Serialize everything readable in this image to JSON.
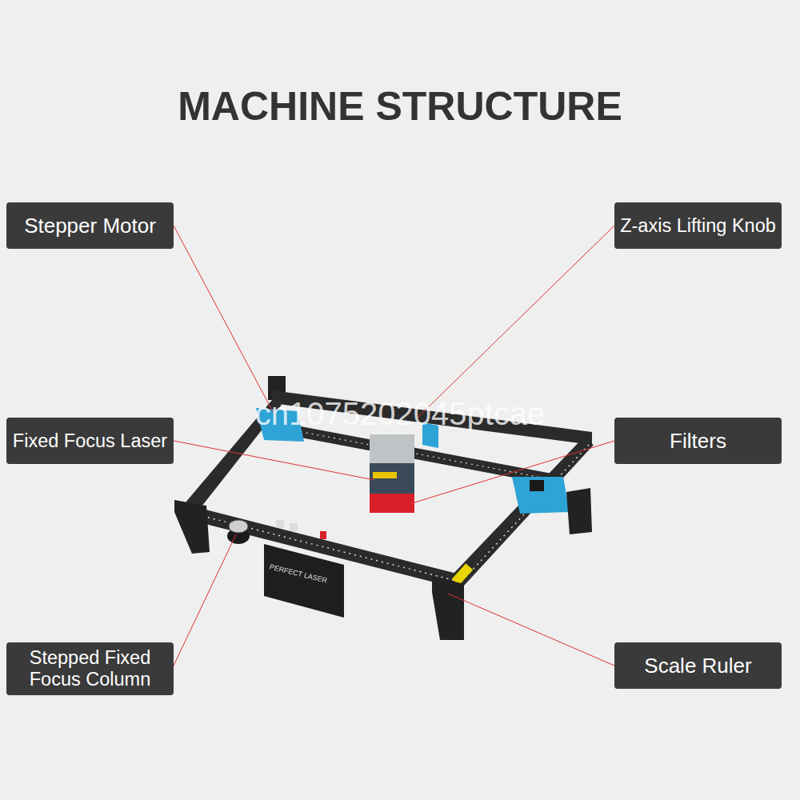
{
  "diagram": {
    "title": "MACHINE STRUCTURE",
    "nodes": [
      {
        "text": [
          "Stepper Motor"
        ]
      },
      {
        "text": [
          "Z-axis Lifting Knob"
        ]
      },
      {
        "text": [
          "Fixed Focus Laser"
        ]
      },
      {
        "text": [
          "Filters"
        ]
      },
      {
        "text": [
          "Stepped Fixed Focus Column"
        ]
      },
      {
        "text": [
          "Scale Ruler"
        ]
      }
    ],
    "labels": [
      "cn1075202045ptcae",
      "PERFECT LASER"
    ]
  }
}
